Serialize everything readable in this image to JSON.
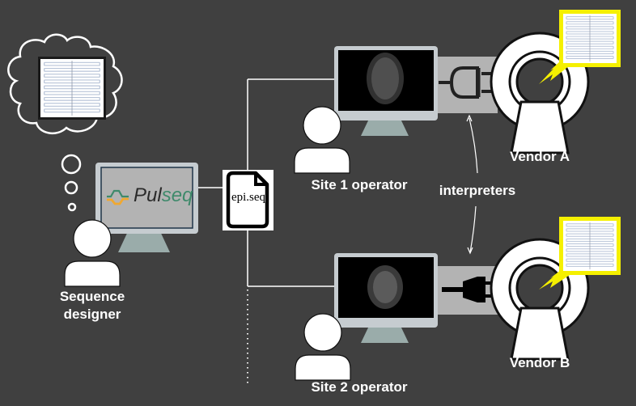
{
  "diagram": {
    "designer": {
      "label_line1": "Sequence",
      "label_line2": "designer",
      "software": "Pulseq",
      "software_part1": "Pul",
      "software_part2": "seq"
    },
    "file": {
      "name": "epi.seq"
    },
    "sites": [
      {
        "label": "Site 1 operator"
      },
      {
        "label": "Site 2 operator"
      }
    ],
    "vendors": [
      {
        "label": "Vendor A"
      },
      {
        "label": "Vendor B"
      }
    ],
    "interpreters_label": "interpreters",
    "colors": {
      "background": "#404040",
      "highlight": "#f5f000",
      "pulseq_green": "#3f8a6b",
      "pulseq_orange": "#f0a830",
      "monitor_frame": "#c6ccd0",
      "monitor_stand": "#9aacaa"
    }
  }
}
